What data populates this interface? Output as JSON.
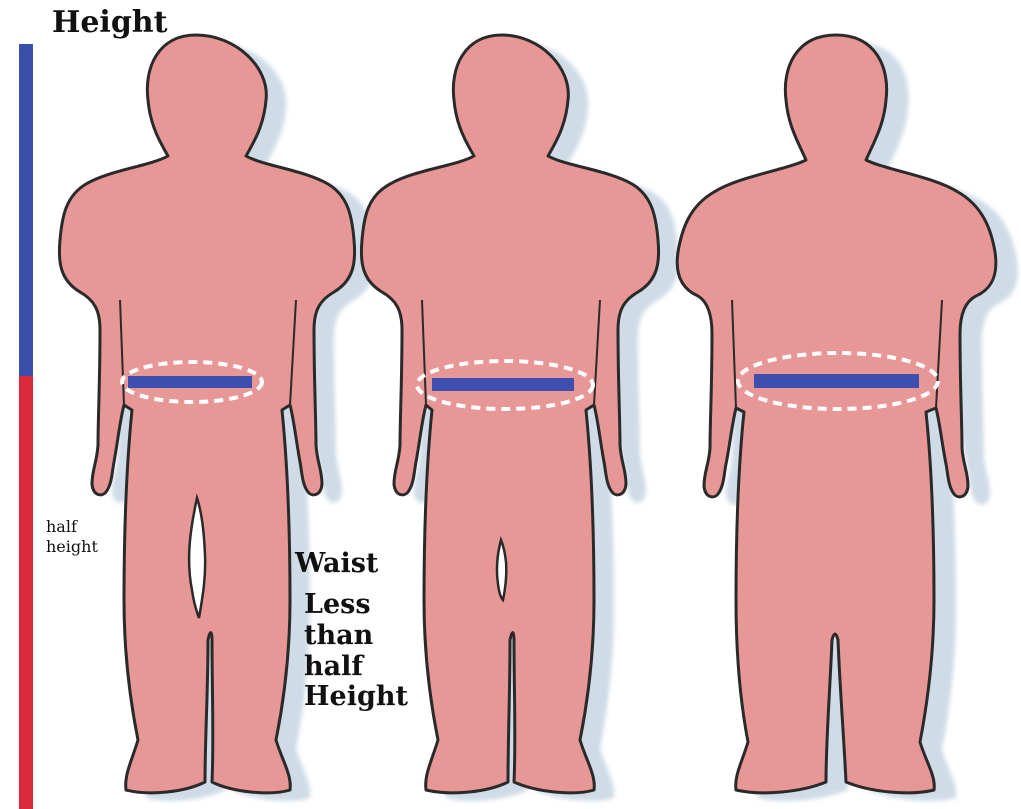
{
  "labels": {
    "height": "Height",
    "half_height_line1": "half",
    "half_height_line2": "height",
    "waist": "Waist",
    "waist_desc_line1": "Less",
    "waist_desc_line2": "than",
    "waist_desc_line3": "half",
    "waist_desc_line4": "Height"
  },
  "colors": {
    "body_fill": "#e89797",
    "body_outline": "#2a2a2a",
    "shadow": "#cfdbe6",
    "height_top_bar": "#3b4fa8",
    "height_bottom_bar": "#d9293b",
    "waist_bar": "#3f4fb0",
    "waist_ellipse": "#ffffff"
  },
  "figures": [
    {
      "name": "figure-slim"
    },
    {
      "name": "figure-medium"
    },
    {
      "name": "figure-wide"
    }
  ]
}
